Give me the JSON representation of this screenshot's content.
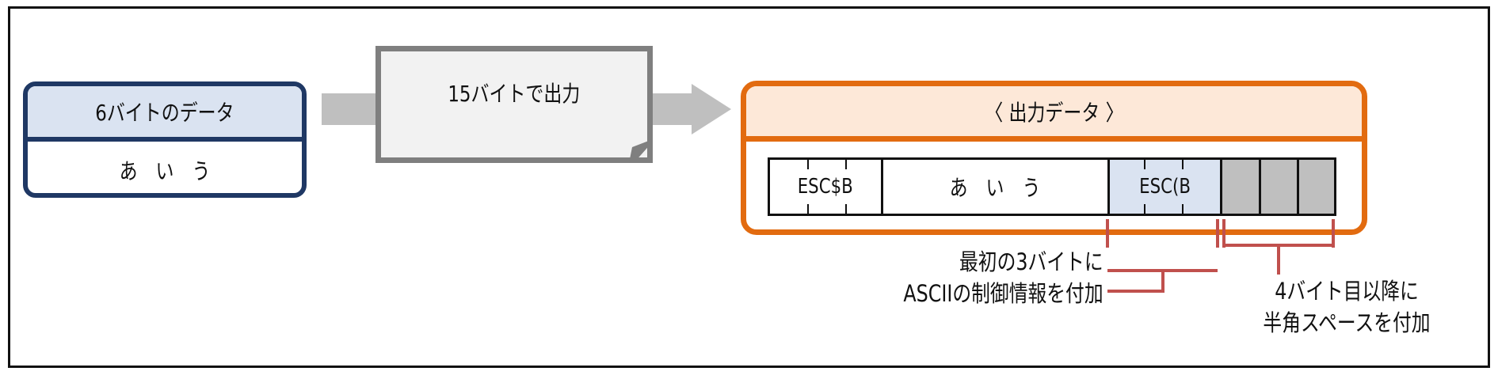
{
  "input_box": {
    "title": "6バイトのデータ",
    "content": "あ　い　う"
  },
  "process": {
    "label": "15バイトで出力"
  },
  "output_box": {
    "title": "〈 出力データ 〉",
    "cells": {
      "esc_start": "ESC$B",
      "content": "あ　い　う",
      "esc_end": "ESC(B"
    }
  },
  "annotations": {
    "left_line1": "最初の3バイトに",
    "left_line2": "ASCIIの制御情報を付加",
    "right_line1": "4バイト目以降に",
    "right_line2": "半角スペースを付加"
  },
  "colors": {
    "input_border": "#1f3864",
    "input_header": "#dae3f1",
    "output_border": "#e26b10",
    "output_header": "#fde8d8",
    "esc_end_fill": "#dae3f1",
    "space_fill": "#bfbfbf",
    "bracket": "#c0504d",
    "arrow": "#bfbfbf"
  }
}
